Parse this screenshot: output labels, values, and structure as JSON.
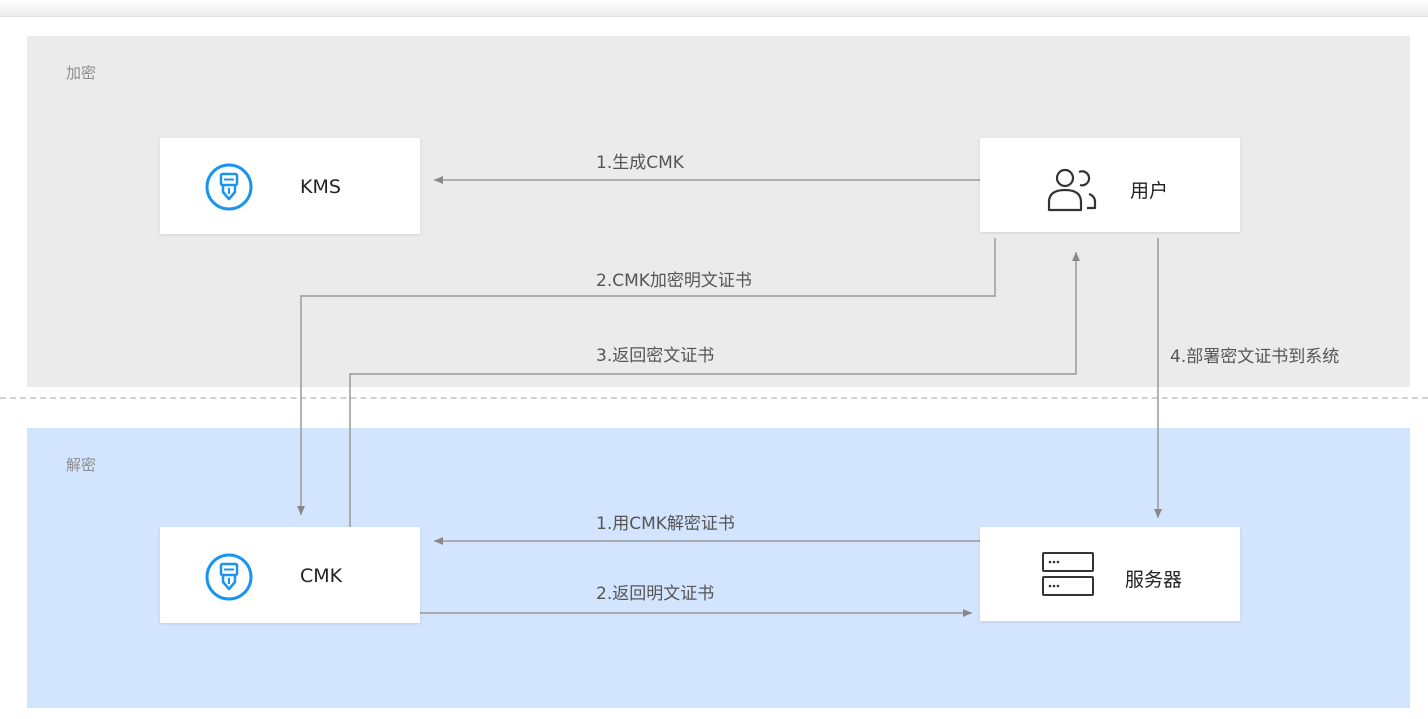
{
  "zones": {
    "encrypt": {
      "label": "加密"
    },
    "decrypt": {
      "label": "解密"
    }
  },
  "nodes": {
    "kms": {
      "label": "KMS",
      "icon": "key-shield-icon"
    },
    "user": {
      "label": "用户",
      "icon": "users-icon"
    },
    "cmk": {
      "label": "CMK",
      "icon": "key-shield-icon"
    },
    "server": {
      "label": "服务器",
      "icon": "server-icon"
    }
  },
  "edges": {
    "generate_cmk": "1.生成CMK",
    "cmk_encrypt": "2.CMK加密明文证书",
    "return_cipher": "3.返回密文证书",
    "deploy": "4.部署密文证书到系统",
    "decrypt_with_cmk": "1.用CMK解密证书",
    "return_plain": "2.返回明文证书"
  },
  "colors": {
    "icon_blue": "#1a95ef",
    "arrow": "#888888",
    "encrypt_zone": "#ebebeb",
    "decrypt_zone": "#d2e4fe"
  }
}
